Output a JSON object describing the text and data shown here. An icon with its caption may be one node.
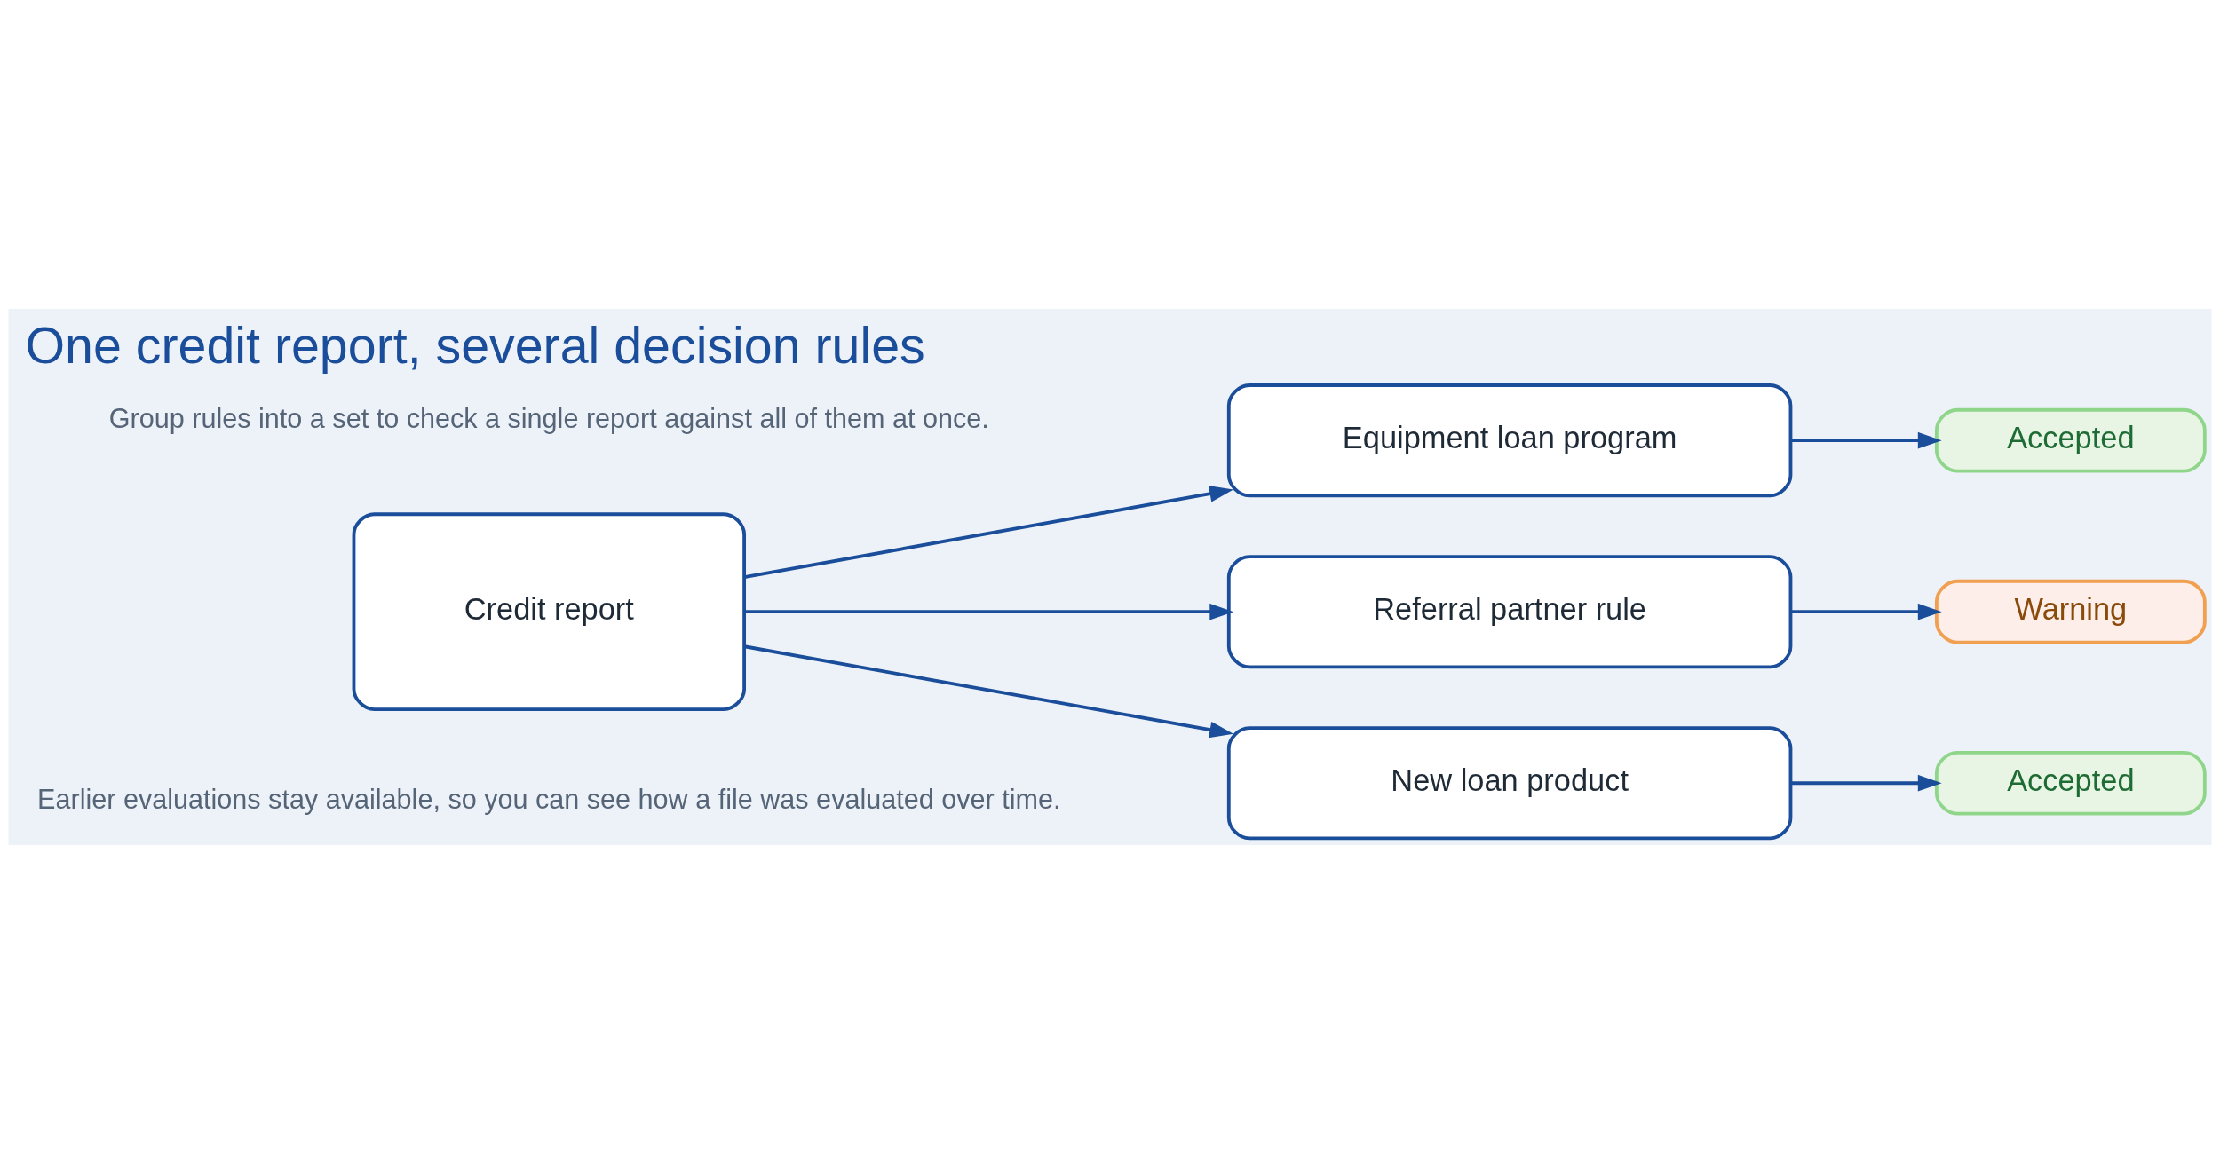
{
  "diagram": {
    "title": "One credit report, several decision rules",
    "nodes": [
      {
        "text": [
          "Credit report"
        ]
      },
      {
        "text": [
          "Equipment loan program"
        ]
      },
      {
        "text": [
          "Referral partner rule"
        ]
      },
      {
        "text": [
          "New loan product"
        ]
      },
      {
        "text": [
          "Accepted"
        ]
      },
      {
        "text": [
          "Warning"
        ]
      },
      {
        "text": [
          "Accepted"
        ]
      }
    ],
    "edges": [
      {
        "from": 0,
        "to": 1,
        "arrow": "to"
      },
      {
        "from": 0,
        "to": 2,
        "arrow": "to"
      },
      {
        "from": 0,
        "to": 3,
        "arrow": "to"
      },
      {
        "from": 1,
        "to": 4,
        "arrow": "to"
      },
      {
        "from": 2,
        "to": 5,
        "arrow": "to"
      },
      {
        "from": 3,
        "to": 6,
        "arrow": "to"
      }
    ],
    "labels": [
      "Group rules into a set to check a single report against all of them at once.",
      "Earlier evaluations stay available, so you can see how a file was evaluated over time."
    ]
  }
}
